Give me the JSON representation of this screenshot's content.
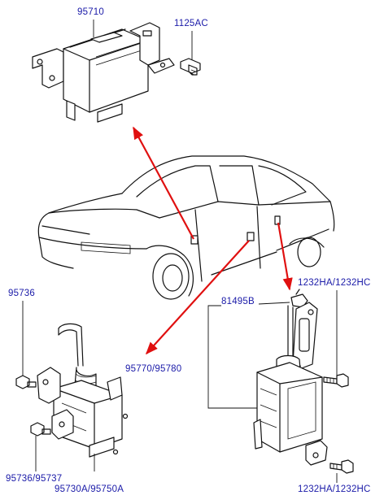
{
  "colors": {
    "label": "#1a1aa8",
    "arrow": "#e01010",
    "line": "#111111"
  },
  "labels": {
    "p95710": "95710",
    "p1125AC": "1125AC",
    "p95736_top": "95736",
    "p95736_95737": "95736/95737",
    "p95730A_95750A": "95730A/95750A",
    "p95770_95780": "95770/95780",
    "p81495B": "81495B",
    "p1232_top": "1232HA/1232HC",
    "p1232_bottom": "1232HA/1232HC"
  }
}
